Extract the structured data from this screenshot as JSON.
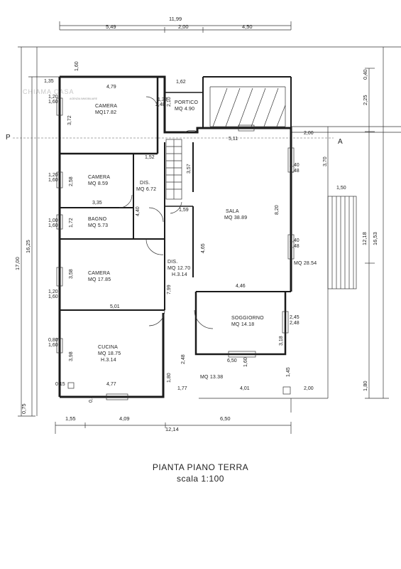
{
  "plan": {
    "title": "PIANTA PIANO TERRA",
    "scale": "scala 1:100",
    "section_marker": "A",
    "watermark": "CHIAMA CASA",
    "watermark_sub": "AGENZIA IMMOBILIARE"
  },
  "rooms": {
    "camera1": {
      "name": "CAMERA",
      "area": "MQ17.82"
    },
    "portico": {
      "name": "PORTICO",
      "area": "MQ 4.90"
    },
    "camera2": {
      "name": "CAMERA",
      "area": "MQ 8.59"
    },
    "dis1": {
      "name": "DIS.",
      "area": "MQ 6.72"
    },
    "bagno": {
      "name": "BAGNO",
      "area": "MQ 5.73"
    },
    "sala": {
      "name": "SALA",
      "area": "MQ 38.89"
    },
    "camera3": {
      "name": "CAMERA",
      "area": "MQ 17.85"
    },
    "dis2": {
      "name": "DIS.",
      "area": "MQ 12.70",
      "height": "H.3.14"
    },
    "soggiorno": {
      "name": "SOGGIORNO",
      "area": "MQ 14.18"
    },
    "cucina": {
      "name": "CUCINA",
      "area": "MQ 18.75",
      "height": "H.3.14"
    },
    "terrace_area": "MQ 28.54",
    "porch_area": "MQ 13.38"
  },
  "dimensions": {
    "top_total": "11,99",
    "top_1": "5,49",
    "top_2": "2,00",
    "top_3": "4,50",
    "bottom_total": "12,14",
    "bottom_1": "1,55",
    "bottom_2": "4,09",
    "bottom_3": "6,50",
    "left_outer": "17,00",
    "left_inner": "16,25",
    "left_small": "0,75",
    "right_outer": "16,53",
    "right_inner": "12,18",
    "right_1": "0,40",
    "right_2": "2,25",
    "right_3": "1,80",
    "d_1_60": "1,60",
    "d_1_35": "1,35",
    "d_4_79": "4,79",
    "d_1_62": "1,62",
    "d_3_72": "3,72",
    "d_1_20a": "1,20",
    "d_1_60b": "1,60",
    "d_2_58": "2,58",
    "d_1_52": "1,52",
    "d_3_57": "3,57",
    "d_5_11": "5,11",
    "d_2_00": "2,00",
    "d_3_70": "3,70",
    "d_1_50": "1,50",
    "d_3_35": "3,35",
    "d_1_72": "1,72",
    "d_4_40": "4,40",
    "d_1_59": "1,59",
    "d_8_20": "8,20",
    "d_2_40a": "2,40",
    "d_2_48a": "2,48",
    "d_2_40b": "2,40",
    "d_2_48b": "2,48",
    "d_3_58": "3,58",
    "d_4_65": "4,65",
    "d_7_99": "7,99",
    "d_4_46": "4,46",
    "d_5_01": "5,01",
    "d_2_45": "2,45",
    "d_2_48c": "2,48",
    "d_3_18": "3,18",
    "d_0_80": "0,80",
    "d_1_20b": "1,20",
    "d_3_98": "3,98",
    "d_6_50": "6,50",
    "d_1_60c": "1,60",
    "d_1_45": "1,45",
    "d_0_15": "0,15",
    "d_4_77": "4,77",
    "d_0_3": "0,3",
    "d_1_80": "1,80",
    "d_1_77": "1,77",
    "d_4_01": "4,01",
    "d_2_00b": "2,00",
    "d_2_48d": "2,48",
    "d_1_60d": "1,60",
    "d_1_60e": "1,60",
    "d_1_60f": "1,60",
    "d_1_60g": "1,60",
    "d_1_20c": "1,20",
    "d_1_00": "1,00",
    "d_1_33": "1,33",
    "d_2_48e": "2,48",
    "d_2_10": "2,10"
  }
}
